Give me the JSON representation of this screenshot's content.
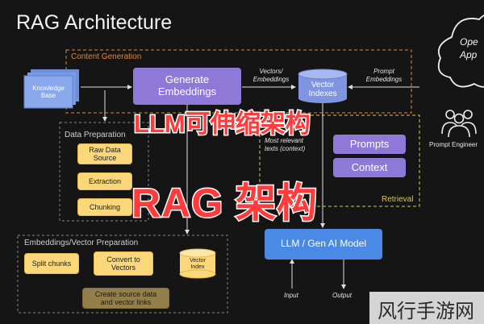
{
  "title": "RAG Architecture",
  "groups": {
    "content_generation": "Content Generation",
    "data_preparation": "Data Preparation",
    "retrieval": "Retrieval",
    "embeddings_vector_preparation": "Embeddings/Vector Preparation"
  },
  "nodes": {
    "knowledge_base": "Knowledge\nBase",
    "generate_embeddings": "Generate\nEmbeddings",
    "vector_indexes": "Vector\nIndexes",
    "raw_data_source": "Raw Data\nSource",
    "extraction": "Extraction",
    "chunking": "Chunking",
    "prompts": "Prompts",
    "context": "Context",
    "llm_model": "LLM / Gen AI Model",
    "split_chunks": "Split chunks",
    "convert_to_vectors": "Convert to\nVectors",
    "vector_index": "Vector\nIndex",
    "create_source_links": "Create source data\nand vector links",
    "openai_app": "Ope\nApp",
    "prompt_engineer": "Prompt Engineer"
  },
  "edge_labels": {
    "vectors_embeddings": "Vectors/\nEmbeddings",
    "prompt_embeddings": "Prompt\nEmbeddings",
    "most_relevant": "Most relevant\ntexts (context)",
    "input": "Input",
    "output": "Output"
  },
  "overlay": {
    "top_text": "LLM可伸缩架构",
    "middle_text": "RAG 架构",
    "watermark": "风行手游网"
  },
  "colors": {
    "background": "#151515",
    "content_generation_border": "#e0853a",
    "retrieval_border": "#d9c84a",
    "node_purple": "#8e78d8",
    "node_yellow": "#f9d77a",
    "node_blue": "#4a8ae4",
    "overlay_red": "#ff3b3b"
  }
}
